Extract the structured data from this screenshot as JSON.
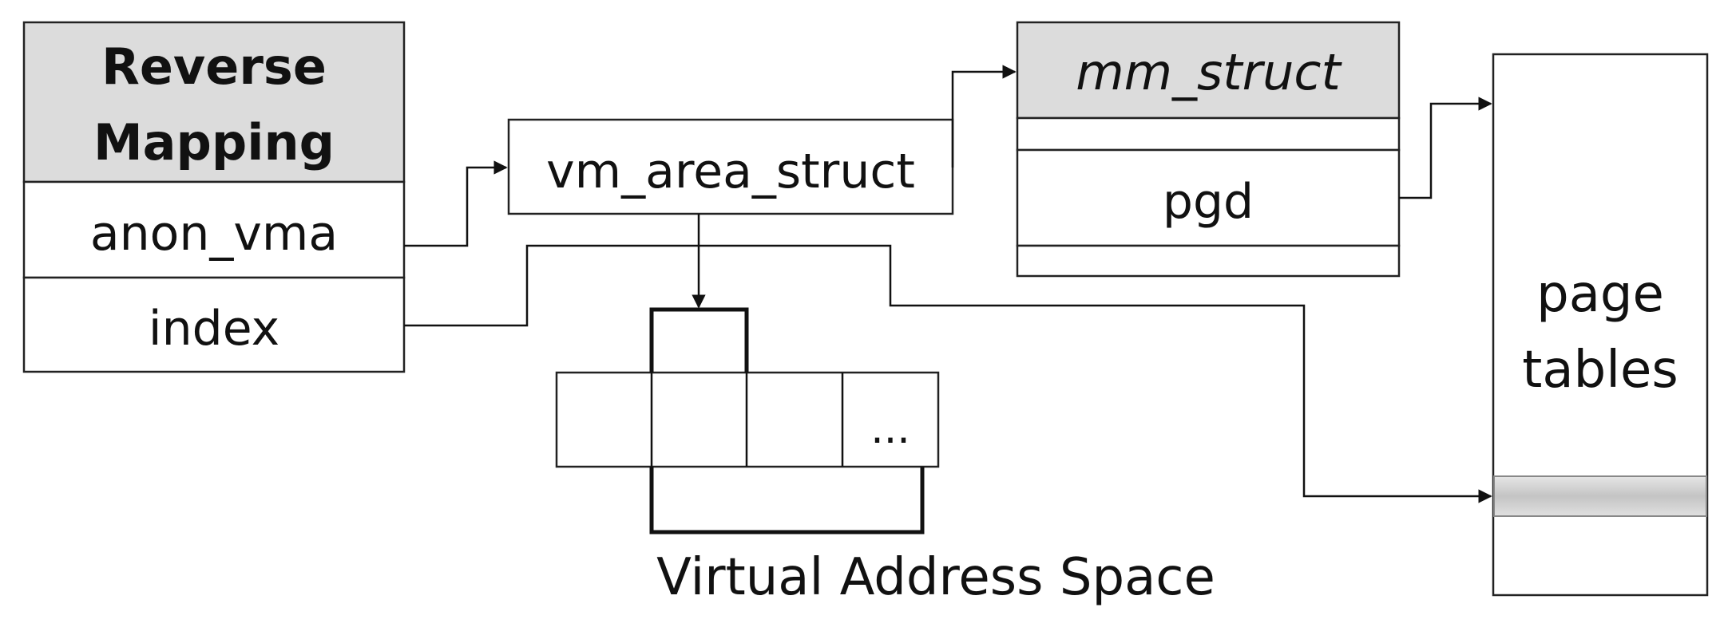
{
  "reverse_mapping": {
    "title_line1": "Reverse",
    "title_line2": "Mapping",
    "field_anon_vma": "anon_vma",
    "field_index": "index"
  },
  "vm_area_struct": {
    "label": "vm_area_struct"
  },
  "mm_struct": {
    "title": "mm_struct",
    "field_pgd": "pgd"
  },
  "page_tables": {
    "line1": "page",
    "line2": "tables"
  },
  "virtual_address_space": {
    "ellipsis": "...",
    "caption": "Virtual Address Space"
  },
  "colors": {
    "header_fill": "#dcdcdc",
    "stroke": "#222222",
    "entry_highlight": "#c8c8c8"
  }
}
